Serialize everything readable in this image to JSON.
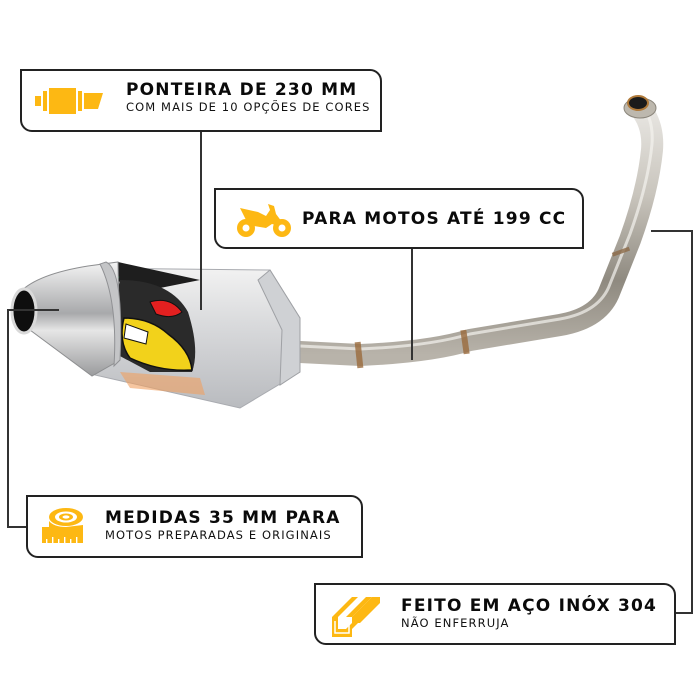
{
  "product": {
    "name": "exhaust-system",
    "parts": [
      "muffler",
      "header-pipe"
    ]
  },
  "colors": {
    "accent": "#FDB813",
    "border": "#222222",
    "text": "#0a0a0a",
    "background": "#ffffff"
  },
  "callouts": [
    {
      "id": "tip",
      "icon": "muffler-icon",
      "title": "PONTEIRA DE 230 MM",
      "subtitle": "COM MAIS DE 10 OPÇÕES DE CORES"
    },
    {
      "id": "motos",
      "icon": "motorcycle-icon",
      "title": "PARA MOTOS ATÉ 199 CC",
      "subtitle": ""
    },
    {
      "id": "medidas",
      "icon": "measuring-tape-icon",
      "title": "MEDIDAS 35 MM PARA",
      "subtitle": "MOTOS PREPARADAS E ORIGINAIS"
    },
    {
      "id": "aco",
      "icon": "steel-channel-icon",
      "title": "FEITO EM AÇO INÓX 304",
      "subtitle": "NÃO ENFERRUJA"
    }
  ]
}
